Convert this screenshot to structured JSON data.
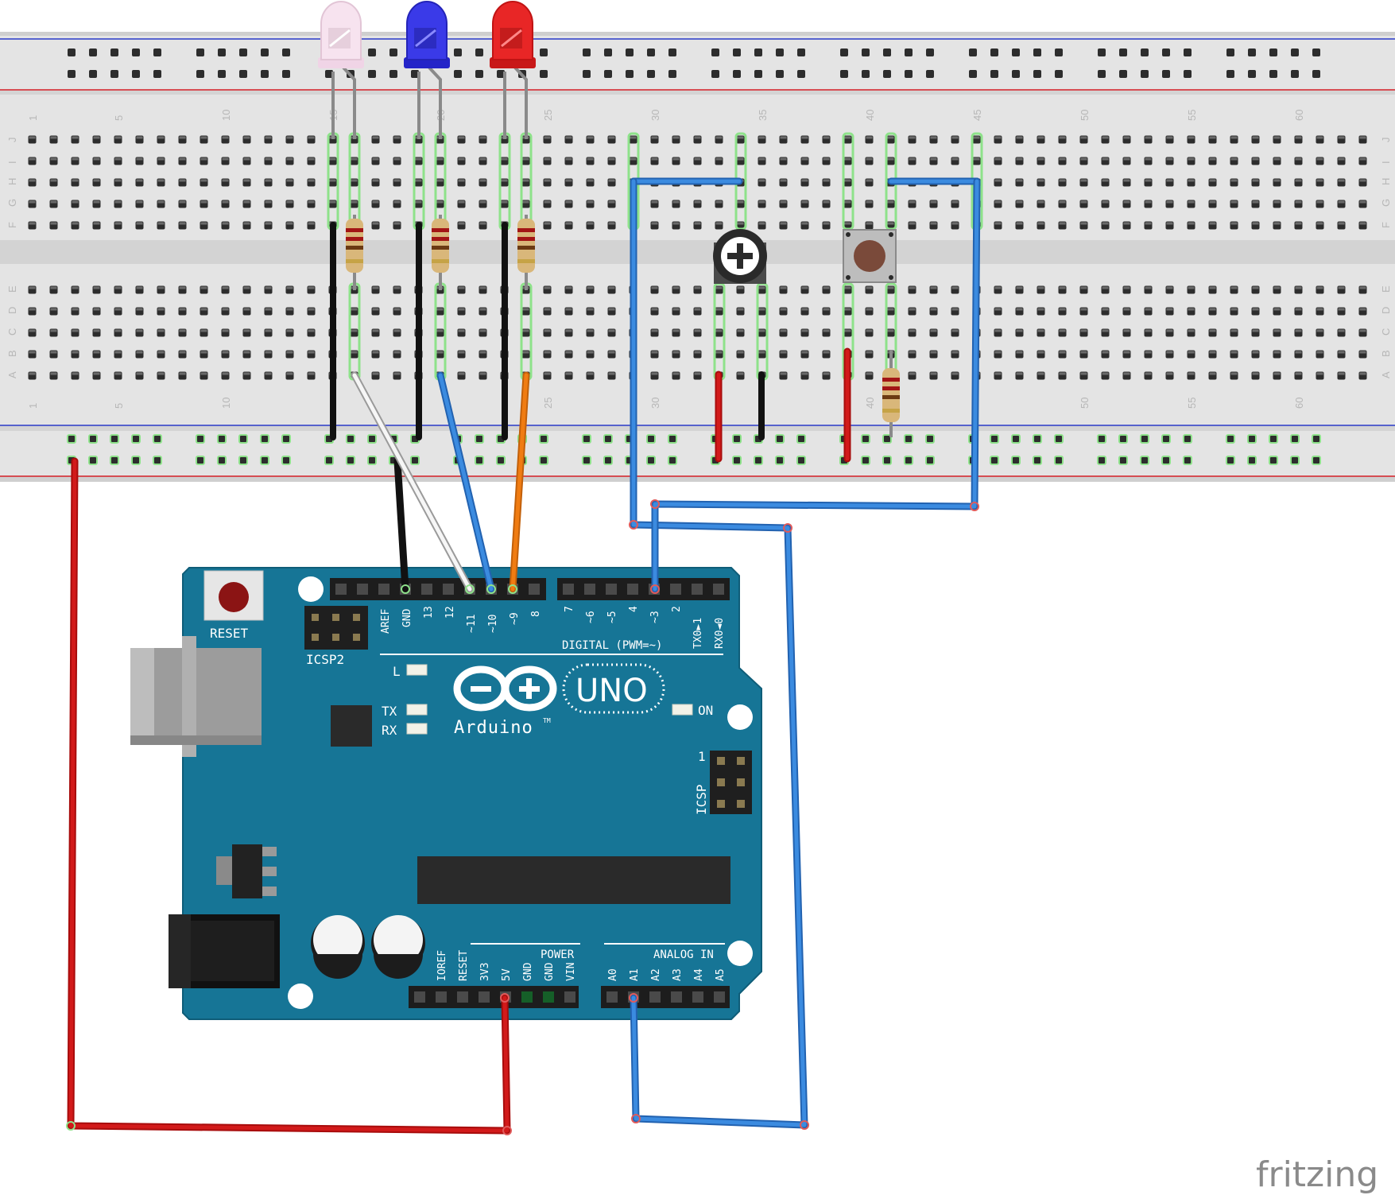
{
  "colors": {
    "board": "#167596",
    "board_dark": "#0f5d78",
    "breadboard": "#e4e4e4",
    "rail_red": "#d8222a",
    "rail_blue": "#2a39c8",
    "wire_red": "#c81414",
    "wire_black": "#1a1a1a",
    "wire_blue": "#2e7fd1",
    "wire_orange": "#ee7a10",
    "wire_white": "#f2f2f2",
    "led_white": "#f4dcec",
    "led_blue": "#3737e8",
    "led_red": "#e82020",
    "hole_green": "#8ee28a"
  },
  "breadboard": {
    "column_numbers": [
      "1",
      "5",
      "10",
      "15",
      "20",
      "25",
      "30",
      "35",
      "40",
      "45",
      "50",
      "55",
      "60"
    ],
    "row_letters_top": [
      "J",
      "I",
      "H",
      "G",
      "F"
    ],
    "row_letters_bottom": [
      "E",
      "D",
      "C",
      "B",
      "A"
    ]
  },
  "leds": [
    {
      "color": "white"
    },
    {
      "color": "blue"
    },
    {
      "color": "red"
    }
  ],
  "arduino": {
    "reset_label": "RESET",
    "icsp2_label": "ICSP2",
    "digital_pin_labels_left": [
      "AREF",
      "GND",
      "13",
      "12",
      "~11",
      "~10",
      "~9",
      "8"
    ],
    "digital_pin_labels_right": [
      "7",
      "~6",
      "~5",
      "4",
      "~3",
      "2",
      "TX0►1",
      "RX0◄0"
    ],
    "digital_label": "DIGITAL (PWM=~)",
    "led_l": "L",
    "led_tx": "TX",
    "led_rx": "RX",
    "on_label": "ON",
    "logo_text": "Arduino",
    "trademark": "TM",
    "model": "UNO",
    "icsp_label": "ICSP",
    "icsp_pin1": "1",
    "power_label": "POWER",
    "power_pins": [
      "IOREF",
      "RESET",
      "3V3",
      "5V",
      "GND",
      "GND",
      "VIN"
    ],
    "analog_label": "ANALOG IN",
    "analog_pins": [
      "A0",
      "A1",
      "A2",
      "A3",
      "A4",
      "A5"
    ]
  },
  "brand": "fritzing"
}
